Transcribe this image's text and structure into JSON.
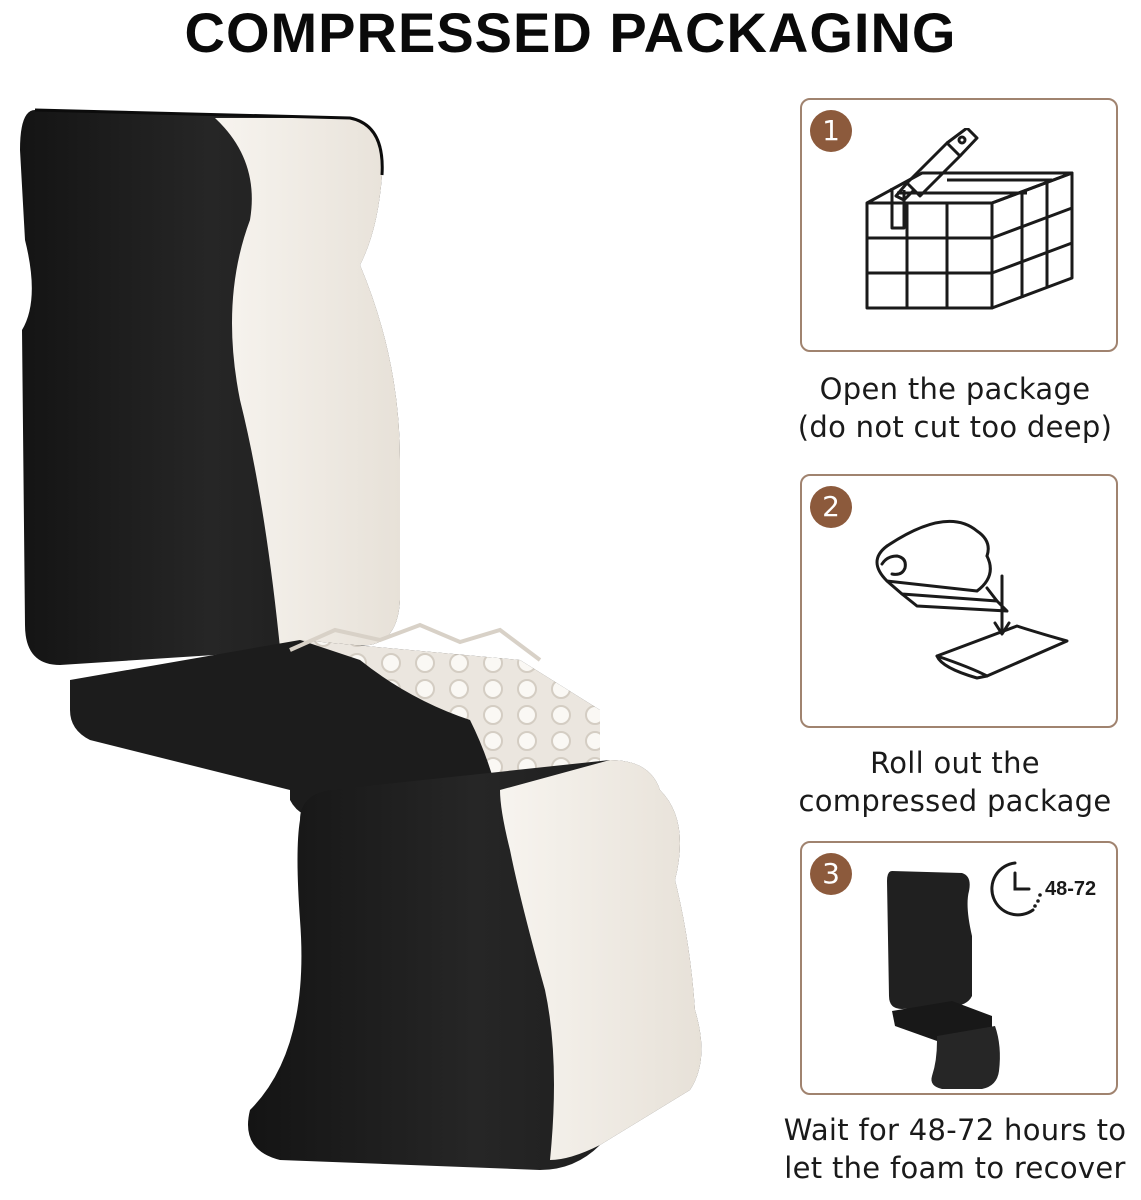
{
  "title": "COMPRESSED PACKAGING",
  "steps": [
    {
      "number": "1",
      "icon": "box-cutter-icon",
      "caption_line1": "Open the package",
      "caption_line2": "(do not cut too deep)"
    },
    {
      "number": "2",
      "icon": "roll-out-icon",
      "caption_line1": "Roll out the",
      "caption_line2": "compressed package"
    },
    {
      "number": "3",
      "icon": "timer-icon",
      "timer_label": "48-72",
      "caption_line1": "Wait for 48-72 hours to",
      "caption_line2": "let the foam to recover"
    }
  ],
  "colors": {
    "accent_brown": "#8c5a3c",
    "card_border": "#a0836f",
    "foam_black": "#1e1e1e",
    "foam_white": "#f3efe9"
  }
}
